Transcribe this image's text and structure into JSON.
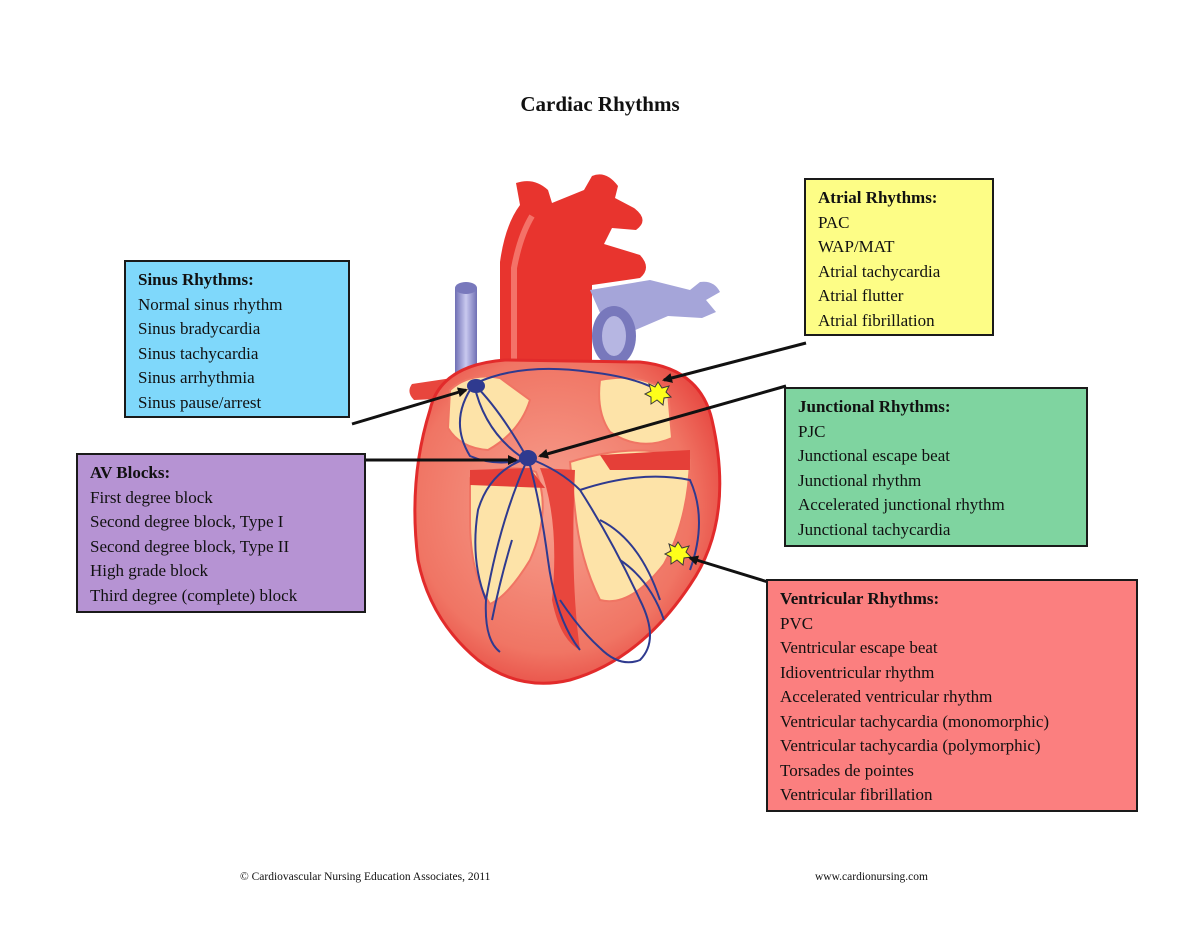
{
  "title": "Cardiac Rhythms",
  "colors": {
    "sinus": "#7fd8fb",
    "atrial": "#fdfd86",
    "junctional": "#7fd4a0",
    "av": "#b693d3",
    "ventricular": "#fb7f7f"
  },
  "boxes": {
    "sinus": {
      "heading": "Sinus Rhythms:",
      "items": [
        "Normal sinus rhythm",
        "Sinus bradycardia",
        "Sinus tachycardia",
        "Sinus arrhythmia",
        "Sinus pause/arrest"
      ]
    },
    "atrial": {
      "heading": "Atrial Rhythms:",
      "items": [
        "PAC",
        "WAP/MAT",
        "Atrial tachycardia",
        "Atrial flutter",
        "Atrial fibrillation"
      ]
    },
    "junctional": {
      "heading": "Junctional Rhythms:",
      "items": [
        "PJC",
        "Junctional escape beat",
        "Junctional rhythm",
        "Accelerated junctional rhythm",
        "Junctional tachycardia"
      ]
    },
    "av": {
      "heading": "AV Blocks:",
      "items": [
        "First degree block",
        "Second degree block, Type I",
        "Second degree block, Type II",
        "High grade block",
        "Third degree (complete) block"
      ]
    },
    "ventricular": {
      "heading": "Ventricular Rhythms:",
      "items": [
        "PVC",
        "Ventricular escape beat",
        "Idioventricular rhythm",
        "Accelerated ventricular rhythm",
        "Ventricular tachycardia (monomorphic)",
        "Ventricular tachycardia (polymorphic)",
        "Torsades de pointes",
        "Ventricular fibrillation"
      ]
    }
  },
  "footer": {
    "left": "© Cardiovascular Nursing Education Associates, 2011",
    "right": "www.cardionursing.com"
  }
}
